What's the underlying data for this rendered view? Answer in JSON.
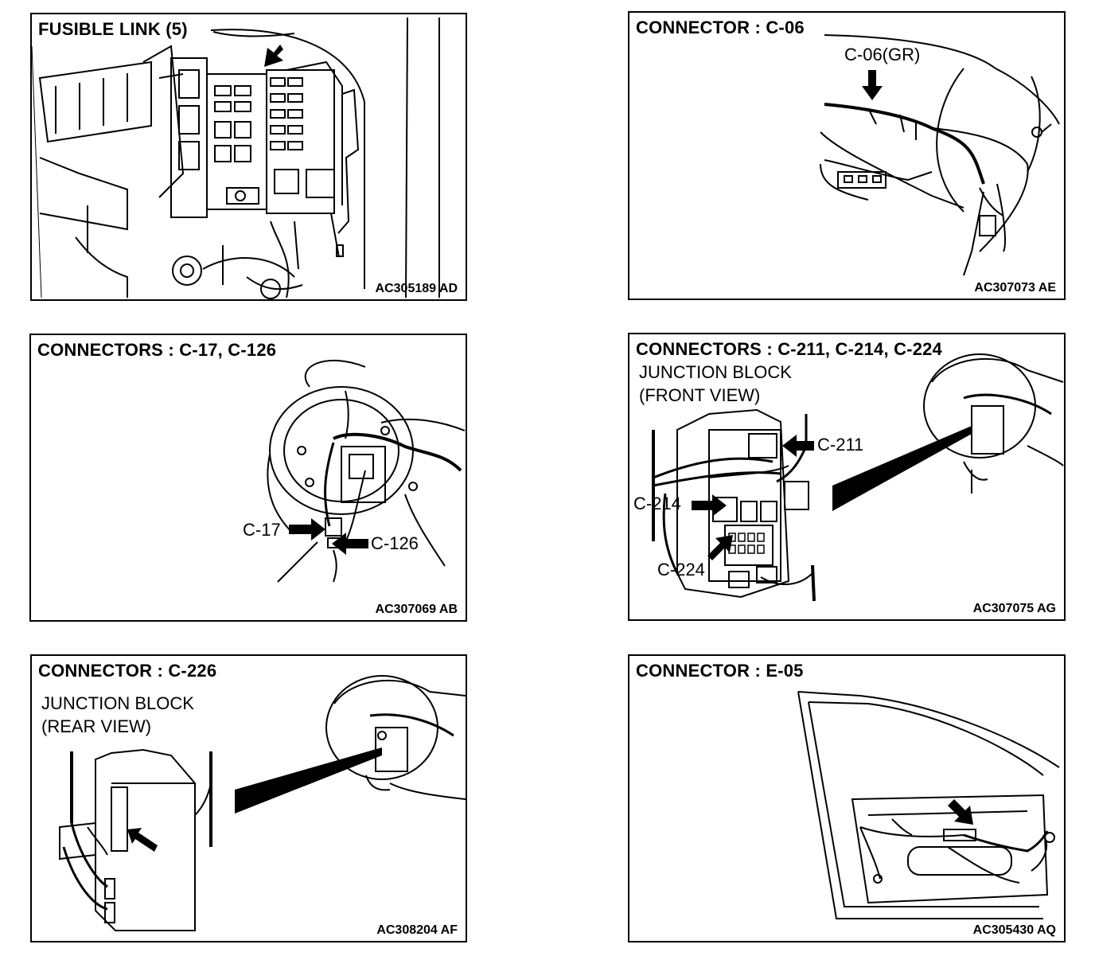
{
  "panels": [
    {
      "title": "FUSIBLE LINK (5)",
      "code": "AC305189 AD"
    },
    {
      "title": "CONNECTOR : C-06",
      "code": "AC307073 AE",
      "labels": [
        "C-06(GR)"
      ]
    },
    {
      "title": "CONNECTORS : C-17, C-126",
      "code": "AC307069 AB",
      "labels": [
        "C-17",
        "C-126"
      ]
    },
    {
      "title": "CONNECTORS : C-211, C-214, C-224",
      "subtitle_line1": "JUNCTION BLOCK",
      "subtitle_line2": "(FRONT VIEW)",
      "code": "AC307075 AG",
      "labels": [
        "C-211",
        "C-214",
        "C-224"
      ]
    },
    {
      "title": "CONNECTOR : C-226",
      "subtitle_line1": "JUNCTION BLOCK",
      "subtitle_line2": "(REAR VIEW)",
      "code": "AC308204 AF"
    },
    {
      "title": "CONNECTOR : E-05",
      "code": "AC305430 AQ"
    }
  ]
}
